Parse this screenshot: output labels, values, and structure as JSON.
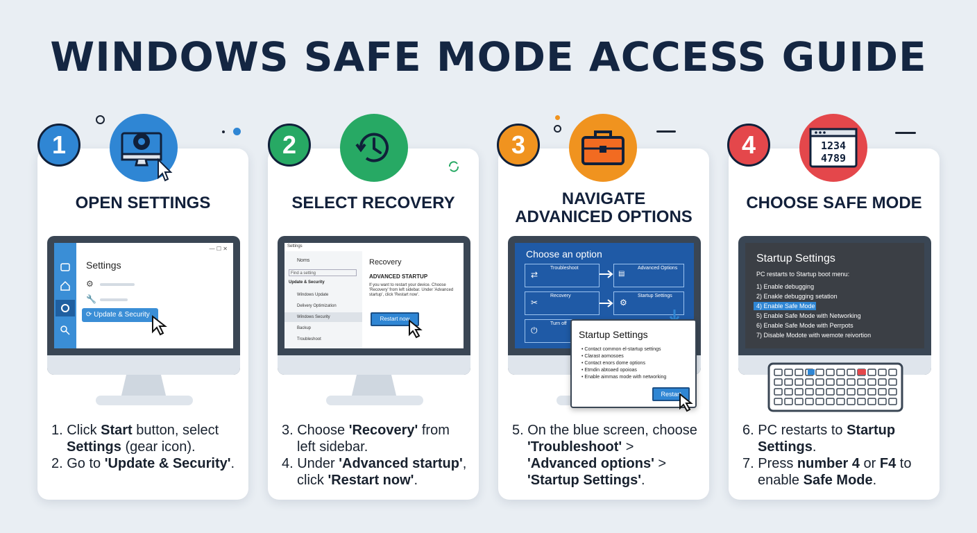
{
  "title": "WINDOWS SAFE MODE ACCESS GUIDE",
  "colors": {
    "step1": "#2f86d4",
    "step2": "#27a964",
    "step3": "#f0931f",
    "step4": "#e4474b"
  },
  "cards": [
    {
      "number": "1",
      "title": "OPEN SETTINGS",
      "icon": "gear-monitor-icon",
      "screen": {
        "heading": "Settings",
        "button": "Update & Security"
      },
      "steps": [
        {
          "pre": "1. Click ",
          "b1": "Start",
          "mid": " button, select",
          "l2b": "Settings",
          "l2": " (gear icon)."
        },
        {
          "pre": "2. Go to ",
          "b1": "'Update & Security'",
          "mid": ".",
          "l2b": "",
          "l2": ""
        }
      ]
    },
    {
      "number": "2",
      "title": "SELECT RECOVERY",
      "icon": "history-clock-icon",
      "screen": {
        "window_title": "Settings",
        "home": "Noms",
        "search": "Find a setting",
        "section": "Update & Security",
        "items": [
          "Windows Update",
          "Delivery Optimization",
          "Windows Security",
          "Backup",
          "Troubleshoot"
        ],
        "heading": "Recovery",
        "sub": "ADVANCED STARTUP",
        "body": "If you want to restart your device. Choose 'Recovery' from left sidebar. Under 'Advanced startup', click 'Restart now'.",
        "button": "Restart now"
      },
      "steps": [
        {
          "pre": "3. Choose ",
          "b1": "'Recovery'",
          "mid": " from",
          "l2b": "",
          "l2": "left sidebar."
        },
        {
          "pre": "4. Under ",
          "b1": "'Advanced startup'",
          "mid": ",",
          "l2b": "",
          "l2": "click ",
          "l2b2": "'Restart now'",
          "l2end": "."
        }
      ]
    },
    {
      "number": "3",
      "title": "NAVIGATE\nADVANICED OPTIONS",
      "icon": "toolbox-icon",
      "screen": {
        "heading": "Choose an option",
        "tiles": [
          "Troubleshoot",
          "Advanced Options",
          "Recovery",
          "Startup Settings",
          "Turn off"
        ],
        "popup_title": "Startup Settings",
        "popup_items": [
          "• Contact common el-startup settings",
          "• Clarast aomosoes",
          "• Contact enors dome options",
          "• Etmdin abtoaed opoioas",
          "• Enable aimmas mode with networking"
        ],
        "popup_button": "Restart"
      },
      "steps": [
        {
          "pre": "5. On the blue screen, choose",
          "b1": "",
          "mid": "",
          "l2b": "'Troubleshoot'",
          "l2": " >"
        },
        {
          "pre": "",
          "b1": "'Advanced options'",
          "mid": " >",
          "l2b": "'Startup Settings'",
          "l2": "."
        }
      ]
    },
    {
      "number": "4",
      "title": "CHOOSE SAFE MODE",
      "icon": "numpad-window-icon",
      "icon_text": [
        "1234",
        "4789"
      ],
      "screen": {
        "heading": "Startup Settings",
        "sub": "PC restarts to Startup boot menu:",
        "options": [
          "1) Enable debugging",
          "2) Enakle debugging setation",
          "4) Enable Safe Mode",
          "5) Enable Safe Mode with Networking",
          "6) Enable Safe Mode with Perrpots",
          "7) Disable Modote with wemote reivortion"
        ]
      },
      "steps": [
        {
          "pre": "6. PC restarts to ",
          "b1": "Startup",
          "mid": "",
          "l2b": "Settings",
          "l2": "."
        },
        {
          "pre": "7. Press ",
          "b1": "number 4",
          "mid": " or ",
          "b2": "F4",
          "end": " to",
          "l2": "enable ",
          "l2b": "Safe Mode",
          "l2end": "."
        }
      ]
    }
  ]
}
